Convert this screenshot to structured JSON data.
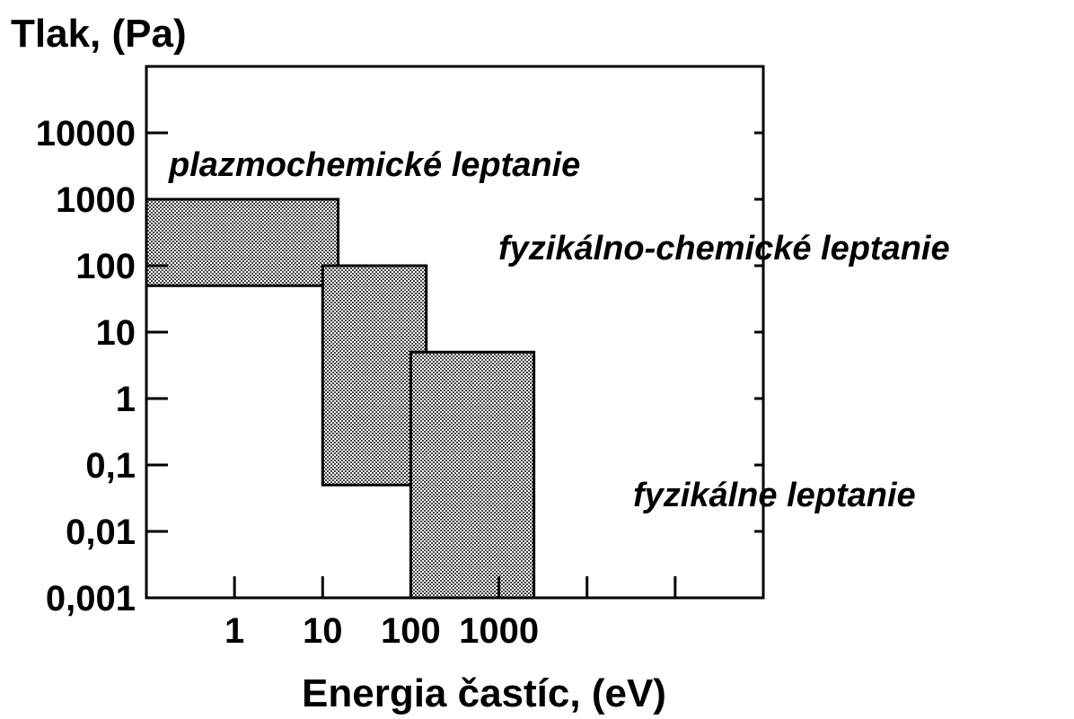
{
  "chart_data": {
    "type": "area",
    "title": "",
    "xlabel": "Energia častíc,  (eV)",
    "ylabel": "Tlak, (Pa)",
    "x_scale": "log",
    "y_scale": "log",
    "xlim": [
      0.1,
      1000000
    ],
    "ylim": [
      0.001,
      100000
    ],
    "x_ticks": [
      {
        "value": 1,
        "label": "1"
      },
      {
        "value": 10,
        "label": "10"
      },
      {
        "value": 100,
        "label": "100"
      },
      {
        "value": 1000,
        "label": "1000"
      },
      {
        "value": 10000,
        "label": ""
      },
      {
        "value": 100000,
        "label": ""
      }
    ],
    "y_ticks": [
      {
        "value": 0.001,
        "label": "0,001"
      },
      {
        "value": 0.01,
        "label": "0,01"
      },
      {
        "value": 0.1,
        "label": "0,1"
      },
      {
        "value": 1,
        "label": "1"
      },
      {
        "value": 10,
        "label": "10"
      },
      {
        "value": 100,
        "label": "100"
      },
      {
        "value": 1000,
        "label": "1000"
      },
      {
        "value": 10000,
        "label": "10000"
      }
    ],
    "regions": [
      {
        "name": "plazmochemické leptanie",
        "x": [
          0.1,
          15
        ],
        "y": [
          50,
          1000
        ]
      },
      {
        "name": "fyzikálno-chemické leptanie",
        "x": [
          10,
          150
        ],
        "y": [
          0.05,
          100
        ]
      },
      {
        "name": "fyzikálne leptanie",
        "x": [
          100,
          2500
        ],
        "y": [
          0.001,
          5
        ]
      }
    ],
    "fill_color": "#a6a6a6",
    "grid": false,
    "legend": "none"
  }
}
